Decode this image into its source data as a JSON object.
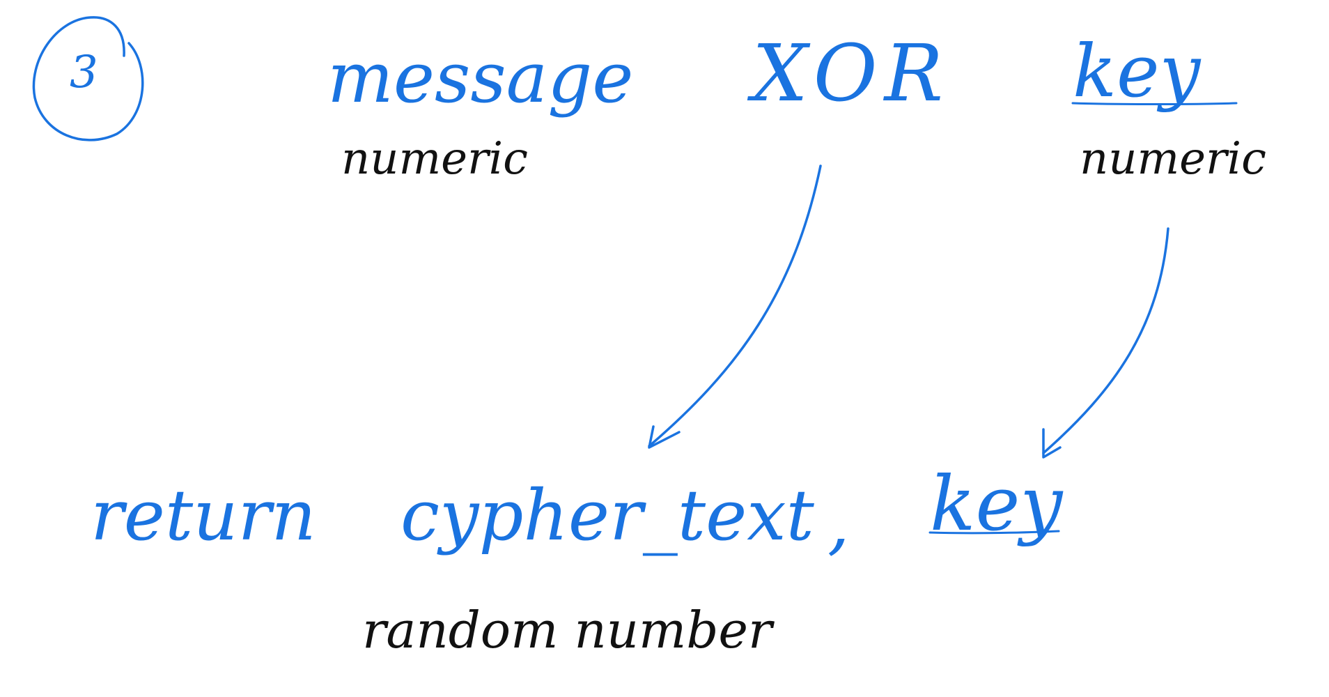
{
  "step_number": "3",
  "top_row": {
    "message": "message",
    "operator": "XOR",
    "key": "key"
  },
  "annotations": {
    "message_type": "numeric",
    "key_type": "numeric",
    "key_output_type": "random number"
  },
  "bottom_row": {
    "keyword": "return",
    "cipher": "cypher_text",
    "separator": ",",
    "key": "key"
  },
  "colors": {
    "ink_blue": "#1a73e0",
    "ink_black": "#111111"
  }
}
